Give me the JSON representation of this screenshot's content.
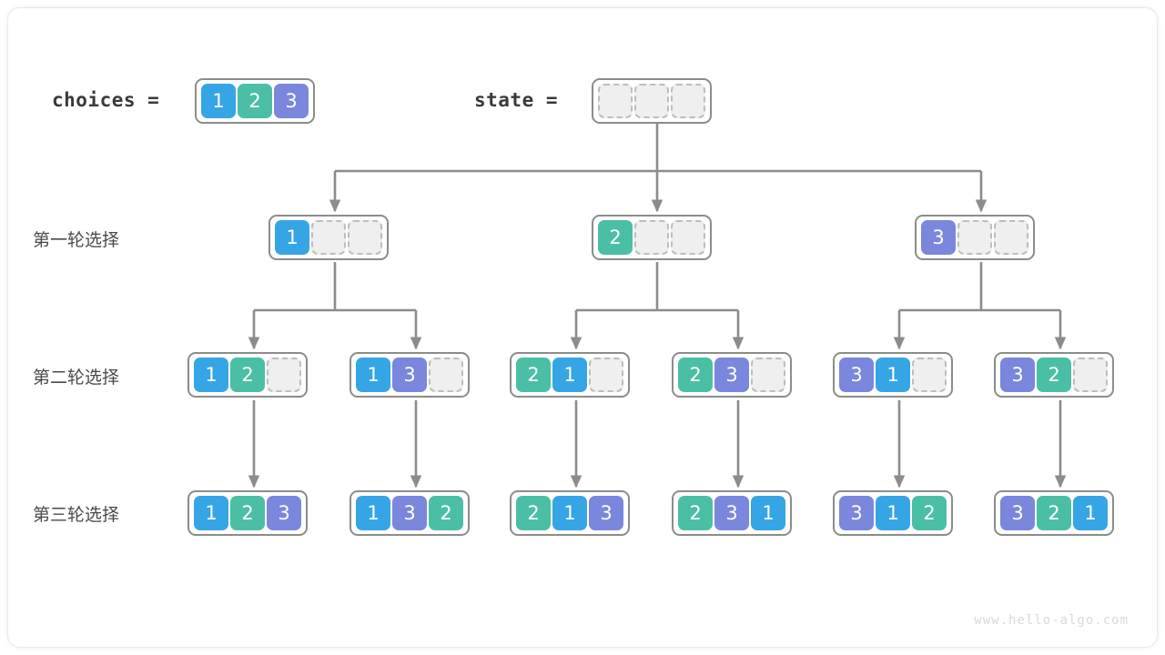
{
  "meta": {
    "watermark": "www.hello-algo.com",
    "colors": {
      "value1": "#36a5e5",
      "value2": "#4bbfa5",
      "value3": "#7b86dd",
      "empty_fill": "#efefef",
      "empty_border": "#bdbdbd",
      "array_border": "#8c8c8c",
      "wire": "#8c8c8c",
      "frame_border": "#e8e8e8",
      "label_text": "#3a3a3a",
      "watermark_text": "#dadada"
    }
  },
  "header": {
    "choices_label": "choices =",
    "choices_values": [
      "1",
      "2",
      "3"
    ],
    "state_label": "state =",
    "state_values": [
      "",
      "",
      ""
    ]
  },
  "row_labels": {
    "round1": "第一轮选择",
    "round2": "第二轮选择",
    "round3": "第三轮选择"
  },
  "levels": {
    "round1": [
      {
        "cells": [
          "1",
          "",
          ""
        ]
      },
      {
        "cells": [
          "2",
          "",
          ""
        ]
      },
      {
        "cells": [
          "3",
          "",
          ""
        ]
      }
    ],
    "round2": [
      {
        "cells": [
          "1",
          "2",
          ""
        ]
      },
      {
        "cells": [
          "1",
          "3",
          ""
        ]
      },
      {
        "cells": [
          "2",
          "1",
          ""
        ]
      },
      {
        "cells": [
          "2",
          "3",
          ""
        ]
      },
      {
        "cells": [
          "3",
          "1",
          ""
        ]
      },
      {
        "cells": [
          "3",
          "2",
          ""
        ]
      }
    ],
    "round3": [
      {
        "cells": [
          "1",
          "2",
          "3"
        ]
      },
      {
        "cells": [
          "1",
          "3",
          "2"
        ]
      },
      {
        "cells": [
          "2",
          "1",
          "3"
        ]
      },
      {
        "cells": [
          "2",
          "3",
          "1"
        ]
      },
      {
        "cells": [
          "3",
          "1",
          "2"
        ]
      },
      {
        "cells": [
          "3",
          "2",
          "1"
        ]
      }
    ]
  }
}
